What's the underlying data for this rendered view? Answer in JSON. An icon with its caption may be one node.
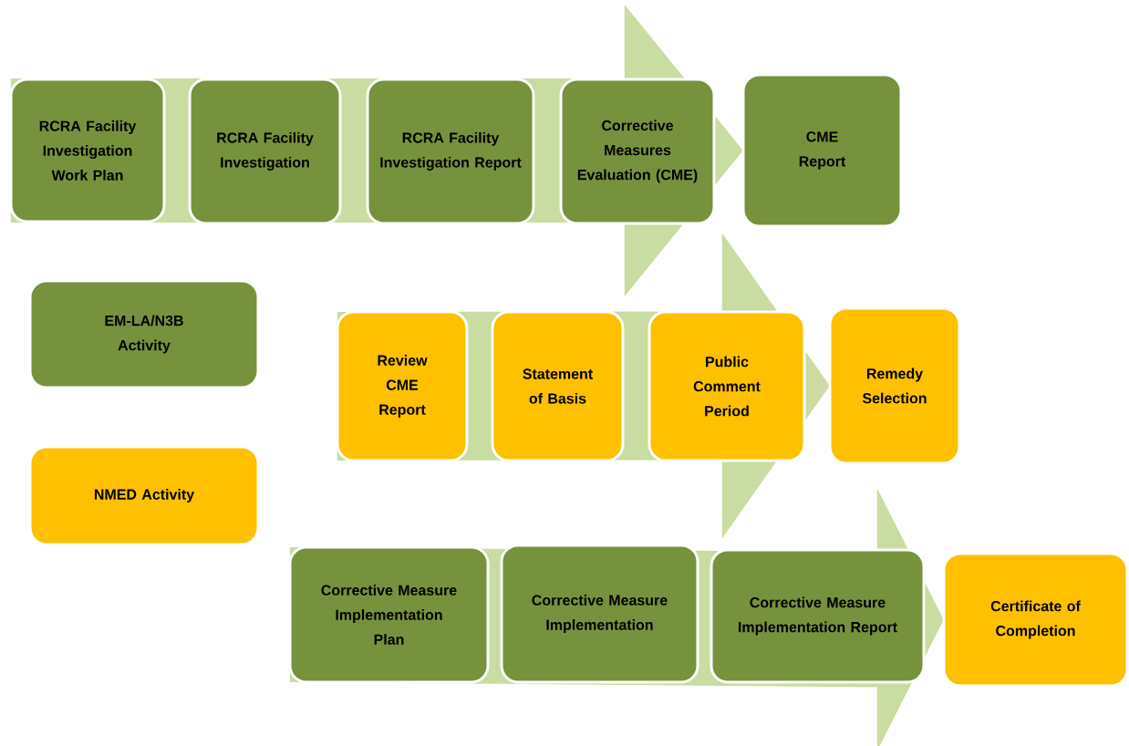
{
  "diagram": {
    "nodes": [
      {
        "text": [
          "RCRA Facility Investigation Work Plan"
        ]
      },
      {
        "text": [
          "RCRA Facility Investigation"
        ]
      },
      {
        "text": [
          "RCRA Facility Investigation Report"
        ]
      },
      {
        "text": [
          "Corrective Measures Evaluation (CME)"
        ]
      },
      {
        "text": [
          "CME Report"
        ]
      },
      {
        "text": [
          "Review CME Report"
        ]
      },
      {
        "text": [
          "Statement of Basis"
        ]
      },
      {
        "text": [
          "Public Comment Period"
        ]
      },
      {
        "text": [
          "Remedy Selection"
        ]
      },
      {
        "text": [
          "Corrective Measure Implementation Plan"
        ]
      },
      {
        "text": [
          "Corrective Measure Implementation"
        ]
      },
      {
        "text": [
          "Corrective Measure Implementation Report"
        ]
      },
      {
        "text": [
          "Certificate of Completion"
        ]
      }
    ],
    "edges": [
      {
        "from": 0,
        "to": 4,
        "arrow": "to"
      },
      {
        "from": 5,
        "to": 8,
        "arrow": "to"
      },
      {
        "from": 9,
        "to": 12,
        "arrow": "to"
      }
    ],
    "legend": [
      {
        "text": "EM-LA/N3B Activity",
        "color": "#76923c"
      },
      {
        "text": "NMED Activity",
        "color": "#ffc000"
      }
    ]
  }
}
